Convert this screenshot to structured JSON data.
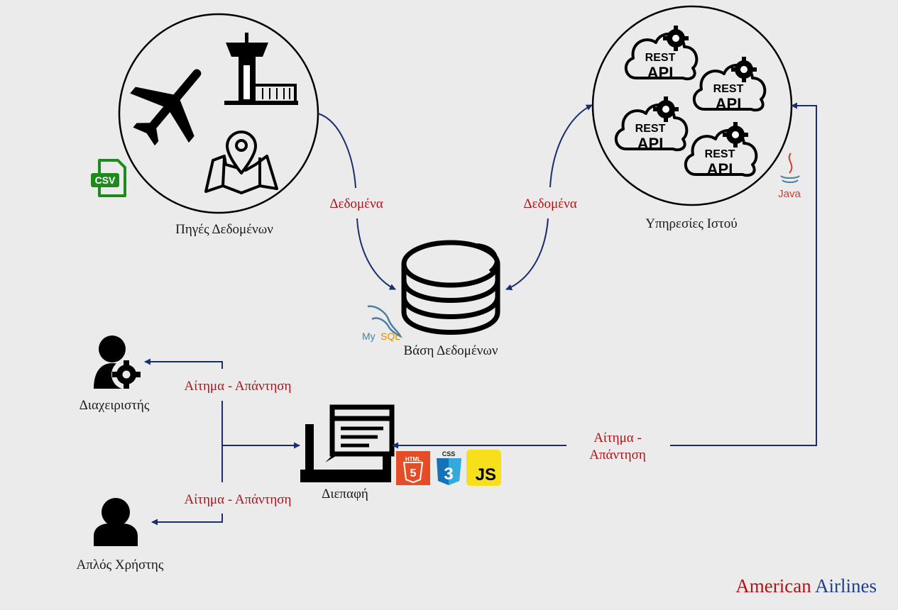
{
  "nodes": {
    "data_sources": {
      "label": "Πηγές Δεδομένων"
    },
    "web_services": {
      "label": "Υπηρεσίες Ιστού"
    },
    "database": {
      "label": "Βάση Δεδομένων"
    },
    "admin": {
      "label": "Διαχειριστής"
    },
    "interface": {
      "label": "Διεπαφή"
    },
    "simple_user": {
      "label": "Απλός Χρήστης"
    }
  },
  "edges": {
    "sources_to_db": "Δεδομένα",
    "services_to_db": "Δεδομένα",
    "admin_request": "Αίτημα - Απάντηση",
    "user_request": "Αίτημα - Απάντηση",
    "services_request_line1": "Αίτημα -",
    "services_request_line2": "Απάντηση"
  },
  "icons": {
    "csv": "CSV",
    "rest": "REST",
    "api": "API",
    "java": "Java",
    "mysql_my": "My",
    "mysql_sql": "SQL",
    "html5_top": "HTML",
    "html5_num": "5",
    "css3_top": "CSS",
    "css3_num": "3",
    "js": "JS"
  },
  "brand": {
    "part1": "American",
    "part2": "Airlines"
  },
  "colors": {
    "arrow": "#1a2e6e",
    "edge_label": "#b31217",
    "csv_green": "#1e8a1e",
    "html_orange": "#e44d26",
    "css_blue": "#1572b6",
    "js_yellow": "#f7df1e",
    "java_red": "#d63a2c",
    "mysql_blue": "#4a7fa5"
  }
}
